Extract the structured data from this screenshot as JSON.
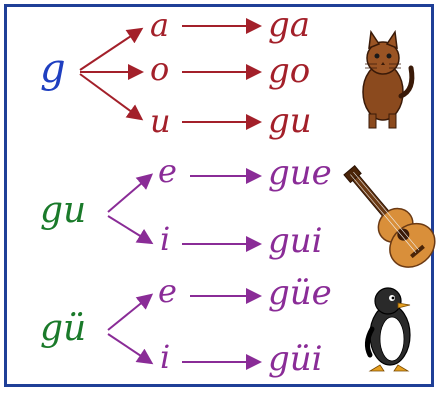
{
  "sections": [
    {
      "root": {
        "text": "g",
        "color": "#1f3fc0"
      },
      "color": "#a3202a",
      "vowels": [
        "a",
        "o",
        "u"
      ],
      "results": [
        "ga",
        "go",
        "gu"
      ],
      "picture": "cat-picture"
    },
    {
      "root": {
        "text": "gu",
        "color": "#1a7a2a"
      },
      "color": "#8a2c97",
      "vowels": [
        "e",
        "i"
      ],
      "results": [
        "gue",
        "gui"
      ],
      "picture": "guitar-picture"
    },
    {
      "root": {
        "text": "gü",
        "color": "#1a7a2a"
      },
      "color": "#8a2c97",
      "vowels": [
        "e",
        "i"
      ],
      "results": [
        "güe",
        "güi"
      ],
      "picture": "penguin-picture"
    }
  ],
  "colors": {
    "frame": "#1f3f97",
    "g_blue": "#1f3fc0",
    "u_green": "#1a7a2a"
  }
}
